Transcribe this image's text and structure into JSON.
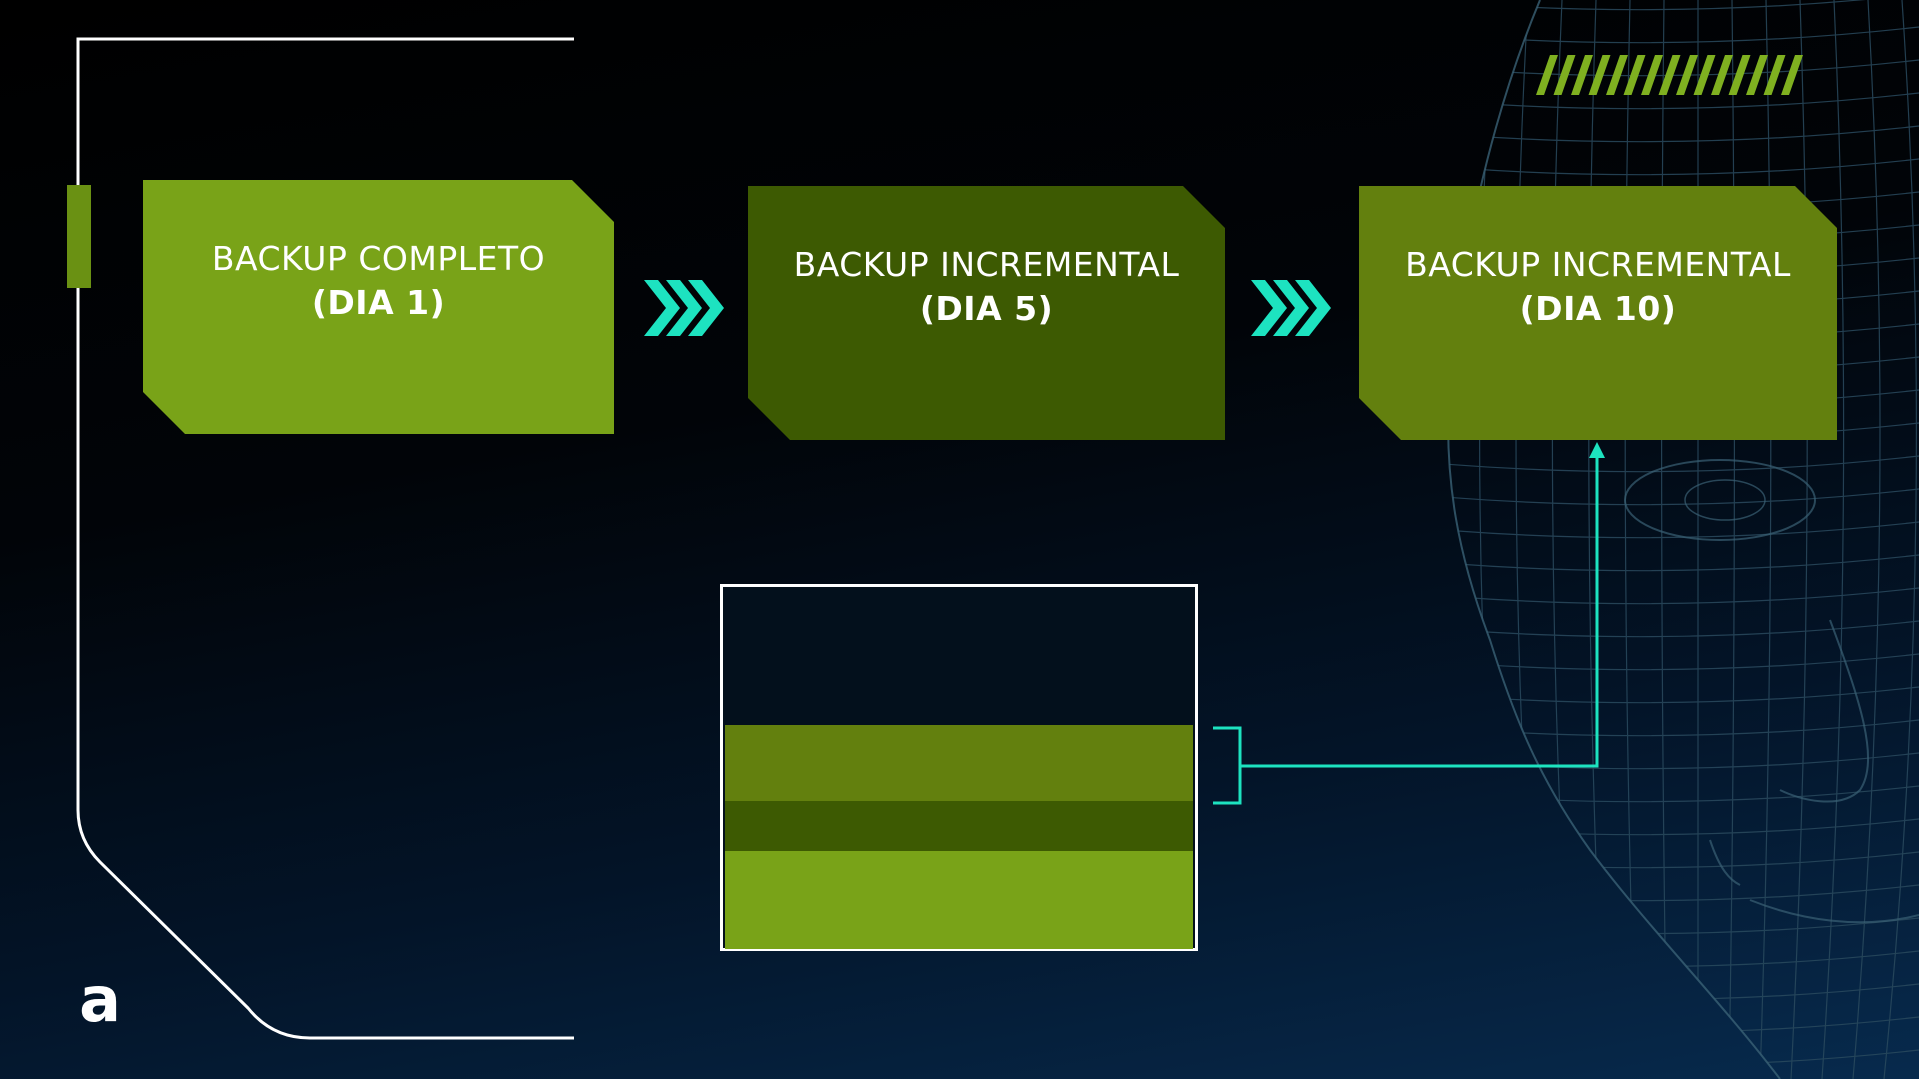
{
  "cards": [
    {
      "title": "BACKUP COMPLETO",
      "subtitle": "(DIA 1)"
    },
    {
      "title": "BACKUP INCREMENTAL",
      "subtitle": "(DIA 5)"
    },
    {
      "title": "BACKUP INCREMENTAL",
      "subtitle": "(DIA 10)"
    }
  ],
  "logo": {
    "text": "a"
  },
  "colors": {
    "full_backup": "#79a318",
    "incremental_day5": "#3d5a02",
    "incremental_day10": "#63800e",
    "arrow_accent": "#1de3c0",
    "frame_line": "#ffffff",
    "stripe_accent": "#7fb020"
  },
  "icons": [
    "chevron-triple-right-icon",
    "up-arrow-icon",
    "bracket-icon",
    "wireframe-face",
    "hazard-stripes"
  ]
}
